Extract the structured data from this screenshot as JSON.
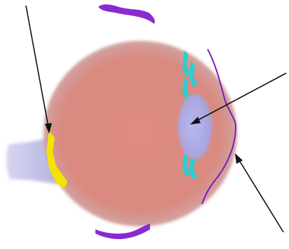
{
  "diagram": {
    "labels": [],
    "structures": [
      "eyeball",
      "optic-nerve",
      "yellow-patch",
      "lens",
      "cyan-marks",
      "purple-outline",
      "purple-brow-top",
      "purple-brow-bottom"
    ],
    "pointer_arrows": [
      {
        "name": "arrow-top-left"
      },
      {
        "name": "arrow-right-upper"
      },
      {
        "name": "arrow-right-lower"
      }
    ],
    "colors": {
      "eyeball": "#d98a80",
      "eyeball_edge": "#c9a3a8",
      "optic_nerve": "#a9a9dc",
      "lens": "#a5a3dd",
      "yellow": "#f2e400",
      "cyan": "#27d0cf",
      "purple": "#7a1fb8",
      "brow_purple": "#8a2bd2",
      "arrow": "#111111"
    }
  }
}
